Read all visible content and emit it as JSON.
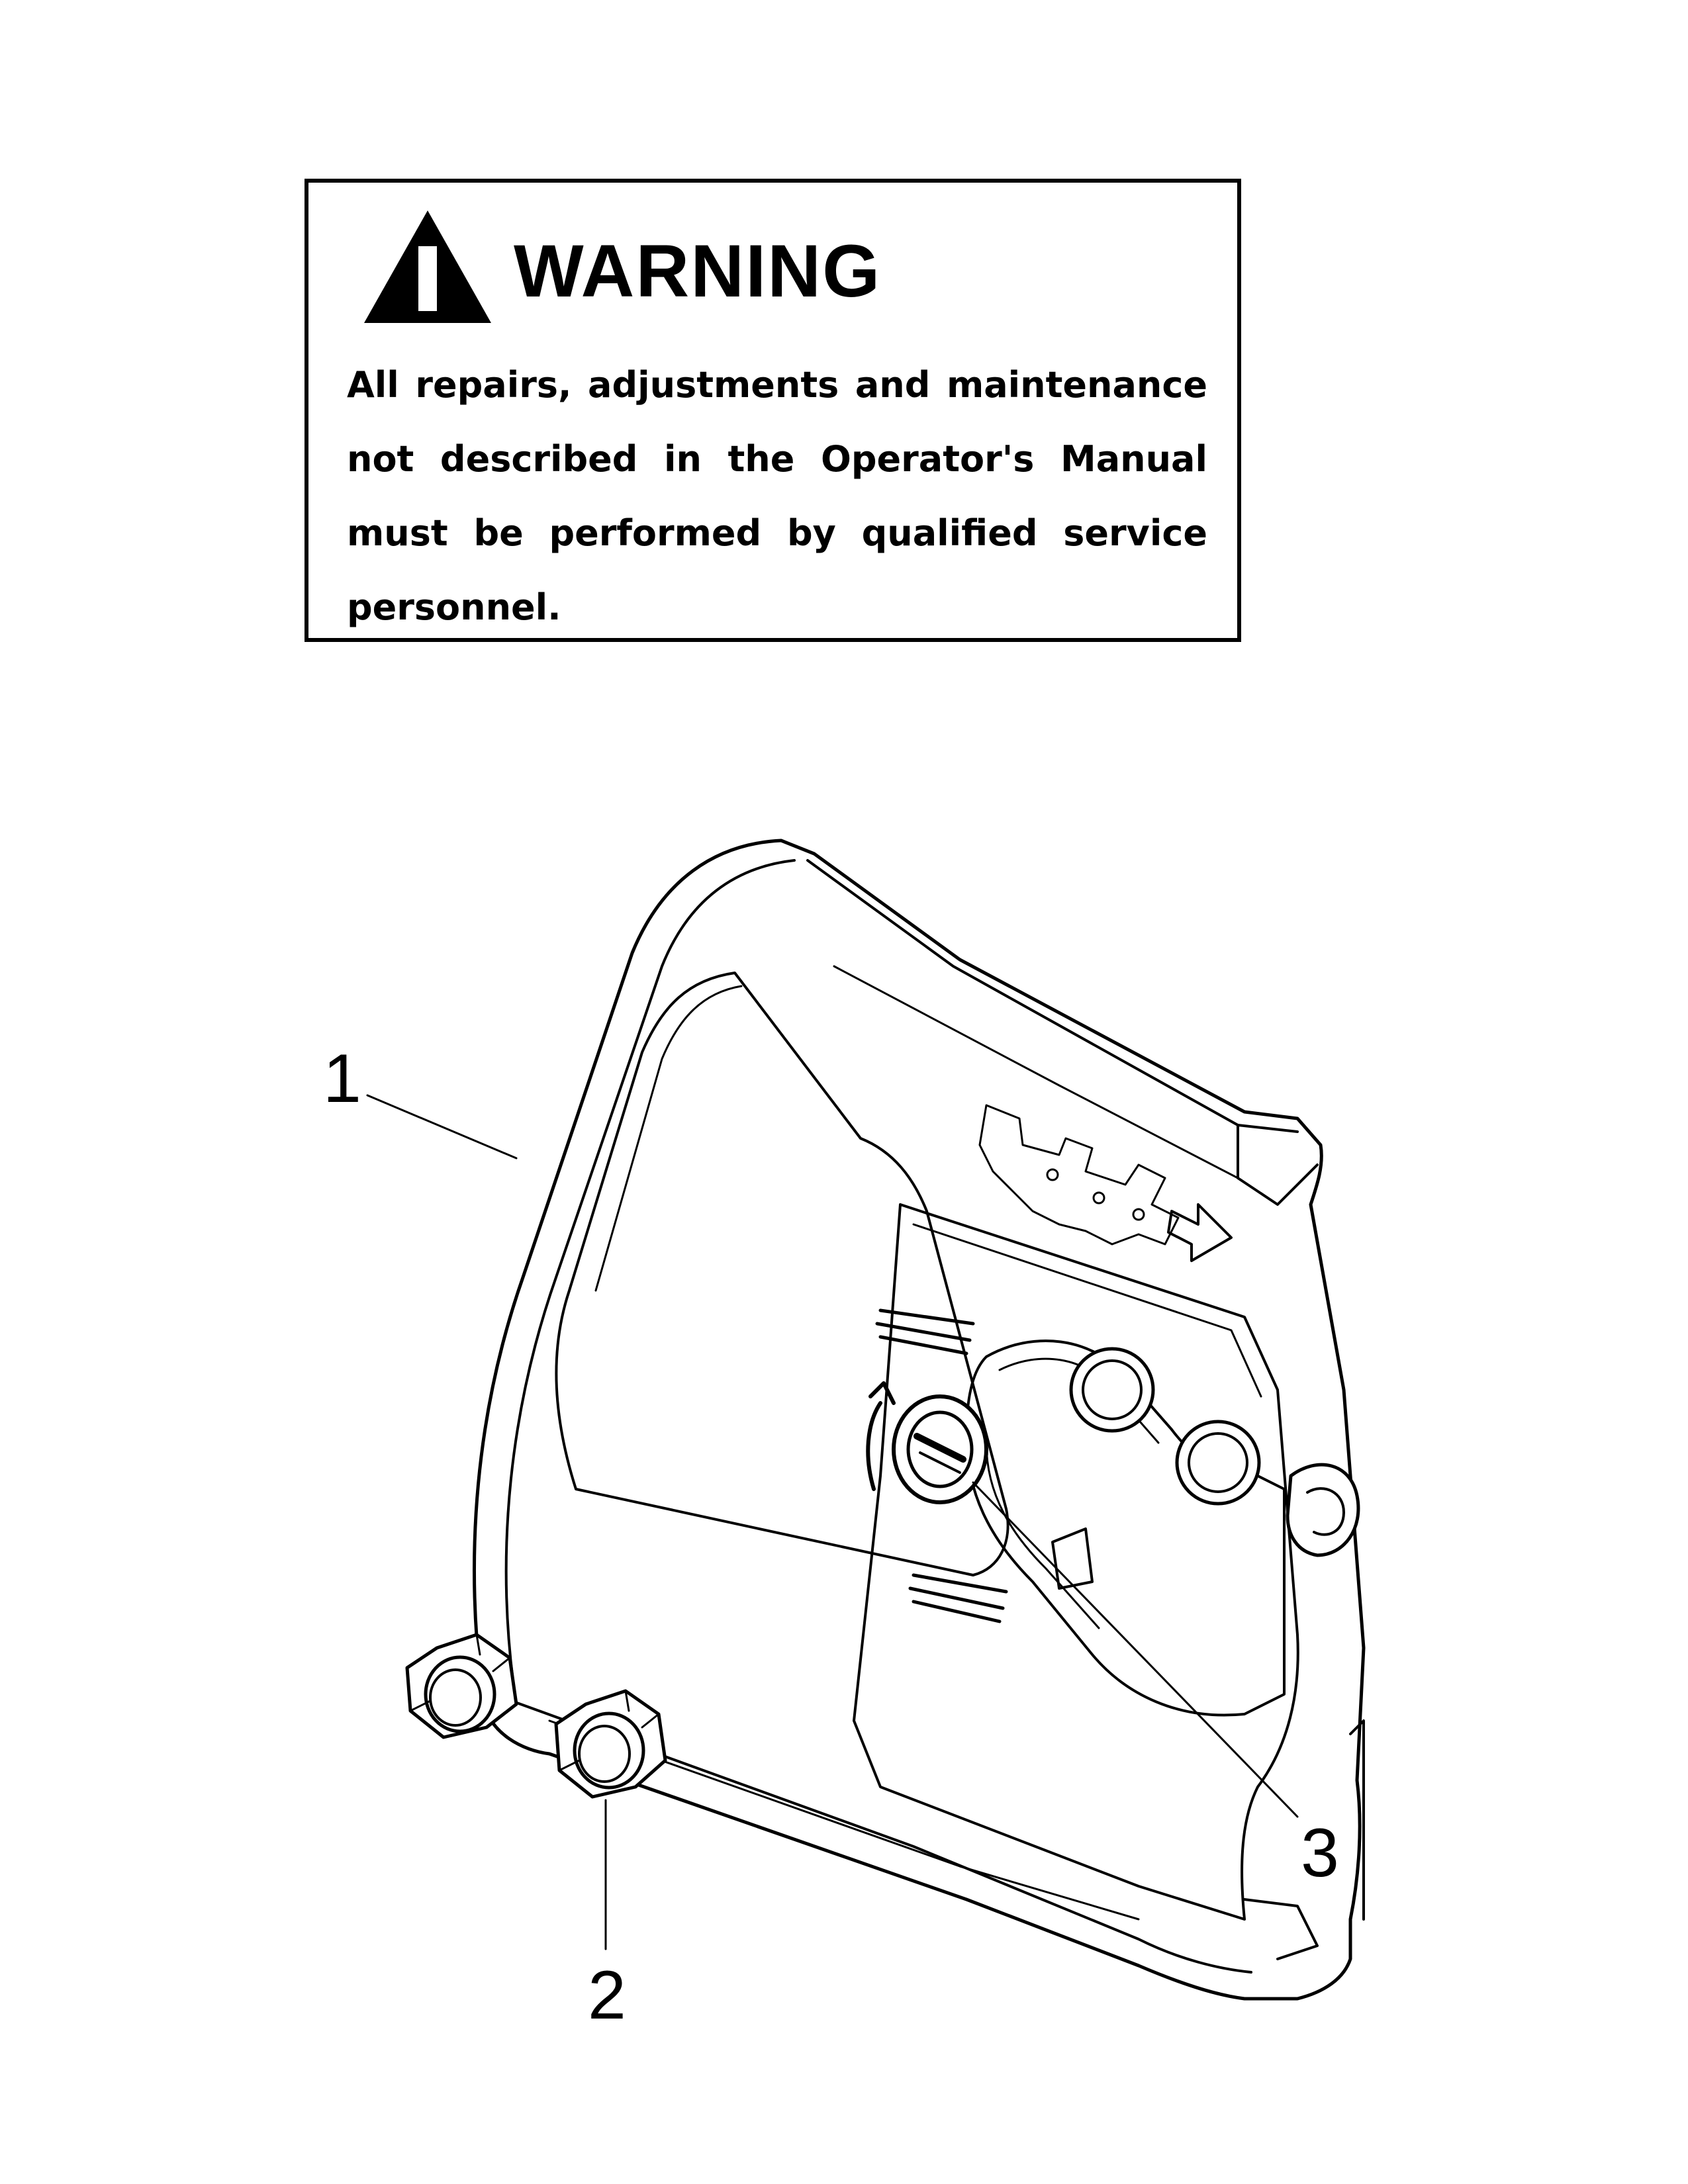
{
  "warning": {
    "title": "WARNING",
    "lines": [
      "All repairs, adjustments and maintenance",
      "not described in the Operator's Manual",
      "must be performed by qualified  service",
      "personnel."
    ]
  },
  "callouts": {
    "part1": "1",
    "part2": "2",
    "part3": "3"
  }
}
